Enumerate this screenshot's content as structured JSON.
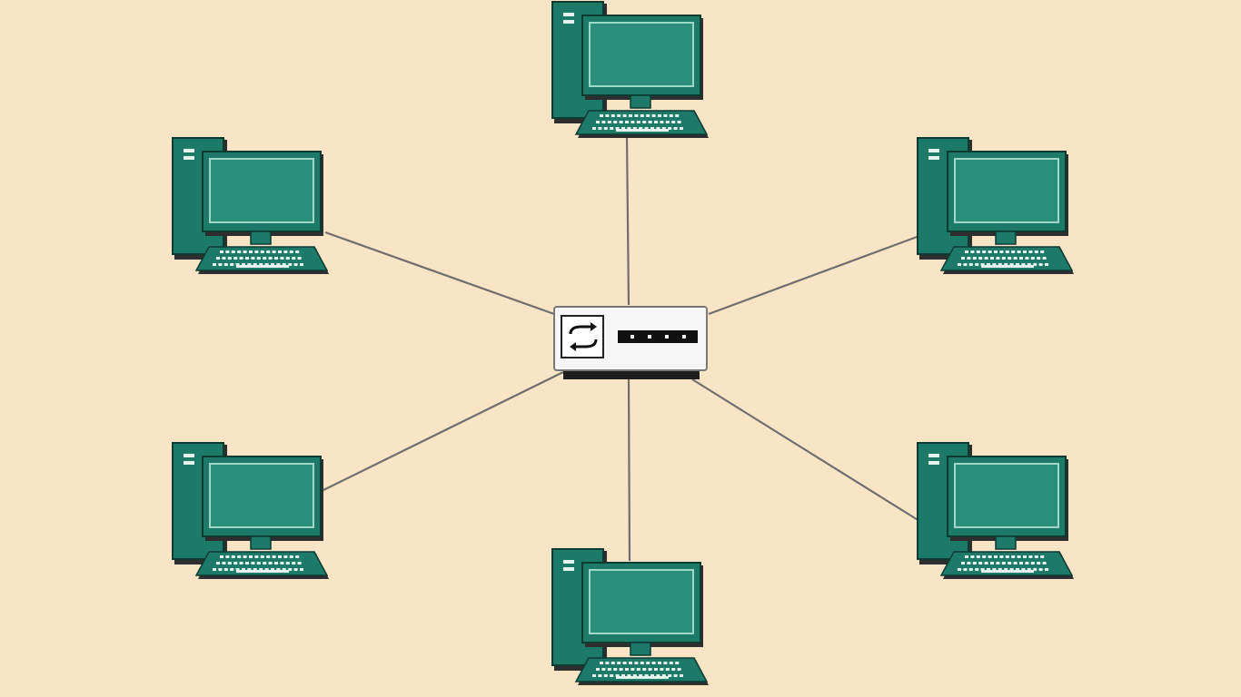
{
  "diagram": {
    "topology": "star",
    "hub": {
      "icon": "network-switch-icon",
      "symbol": "sync-arrows-icon",
      "port_count": 4
    },
    "computer_icon": "desktop-computer-icon",
    "computer_count": 6
  },
  "colors": {
    "background": "#F9E4C5",
    "computer_fill": "#1E7A68",
    "computer_border": "#0C3B32",
    "screen_inner": "#2A8E7B",
    "screen_frame": "#9FD8C9",
    "key_color": "#E6F2EE",
    "shadow": "#2E2E2E",
    "switch_face": "#F6F6F6",
    "switch_edge": "#777777",
    "switch_base": "#1D1D1D",
    "cable": "#6E6E6E",
    "port_strip": "#111111",
    "port_dot": "#FFFFFF"
  }
}
